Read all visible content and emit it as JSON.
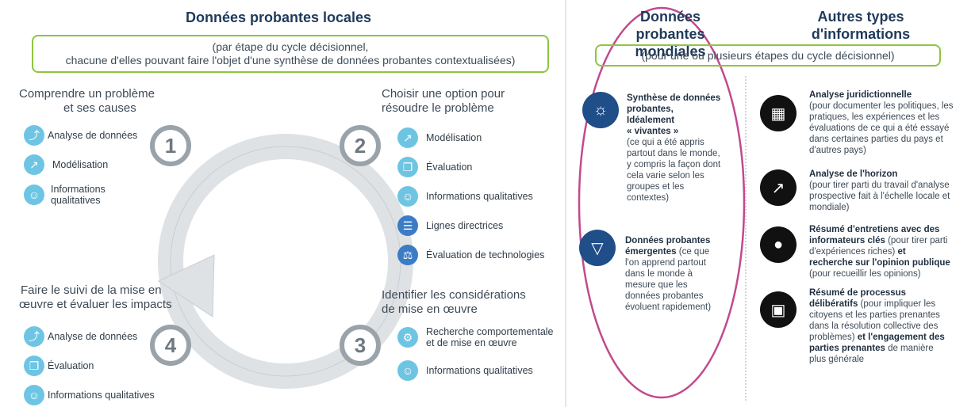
{
  "left": {
    "title": "Données probantes locales",
    "subtitle_line1": "(par étape du cycle décisionnel,",
    "subtitle_line2": "chacune d'elles pouvant faire l'objet d'une synthèse de données probantes contextualisées)",
    "stage1": {
      "number": "1",
      "heading_line1": "Comprendre un problème",
      "heading_line2": "et ses causes",
      "items": [
        "Analyse de données",
        "Modélisation",
        "Informations",
        "qualitatives"
      ]
    },
    "stage2": {
      "number": "2",
      "heading_line1": "Choisir une option pour",
      "heading_line2": "résoudre le problème",
      "items": [
        "Modélisation",
        "Évaluation",
        "Informations qualitatives",
        "Lignes directrices",
        "Évaluation de technologies"
      ]
    },
    "stage3": {
      "number": "3",
      "heading_line1": "Identifier les considérations",
      "heading_line2": "de mise en œuvre",
      "items": [
        "Recherche comportementale",
        "et de mise en œuvre",
        "Informations qualitatives"
      ]
    },
    "stage4": {
      "number": "4",
      "heading_line1": "Faire le suivi de la mise en",
      "heading_line2": "œuvre et évaluer les impacts",
      "items": [
        "Analyse de données",
        "Évaluation",
        "Informations qualitatives"
      ]
    }
  },
  "middle": {
    "title_line1": "Données",
    "title_line2": "probantes mondiales",
    "subtitle": "(pour une ou plusieurs étapes du cycle décisionnel)",
    "block1": {
      "bold_lines": [
        "Synthèse de données",
        "probantes,",
        "Idéalement",
        "« vivantes »"
      ],
      "lines": [
        "(ce qui a été appris",
        "partout dans le monde,",
        "y compris la façon dont",
        "cela varie selon les",
        "groupes et les",
        "contextes)"
      ]
    },
    "block2": {
      "bold_lines": [
        "Données probantes",
        "émergentes"
      ],
      "tail": " (ce que",
      "lines": [
        "l'on apprend partout",
        "dans le monde à",
        "mesure que les",
        "données probantes",
        "évoluent rapidement)"
      ]
    }
  },
  "right": {
    "title_line1": "Autres types",
    "title_line2": "d'informations",
    "block1": {
      "bold": "Analyse juridictionnelle",
      "lines": [
        "(pour documenter les politiques, les",
        "pratiques, les expériences et les",
        "évaluations de ce qui a été essayé",
        "dans certaines parties du pays et",
        "d'autres pays)"
      ]
    },
    "block2": {
      "bold": "Analyse de l'horizon",
      "lines": [
        "(pour tirer parti du travail d'analyse",
        "prospective fait à l'échelle locale et",
        "mondiale)"
      ]
    },
    "block3": {
      "l1_bold": "Résumé d'entretiens avec des",
      "l2_bold": "informateurs clés",
      "l2_rest": " (pour tirer parti",
      "l3_rest": "d'expériences riches)",
      "l3_bold": " et",
      "l4_bold": "recherche sur l'opinion publique",
      "l5_rest": "(pour recueillir les opinions)"
    },
    "block4": {
      "l1_bold": "Résumé de processus",
      "l2_bold": "délibératifs",
      "l2_rest": " (pour impliquer les",
      "l3_rest": "citoyens et les parties prenantes",
      "l4_rest": "dans la résolution collective des",
      "l5_rest": "problèmes)",
      "l5_bold": " et l'engagement des",
      "l6_bold": "parties prenantes",
      "l6_rest": " de manière",
      "l7_rest": "plus générale"
    }
  },
  "colors": {
    "accent_green": "#8cc63f",
    "oval_pink": "#c2498f",
    "icon_light_blue": "#6dc5e3",
    "icon_dark_blue": "#3c7cc4",
    "title_navy": "#1f3a5a"
  }
}
